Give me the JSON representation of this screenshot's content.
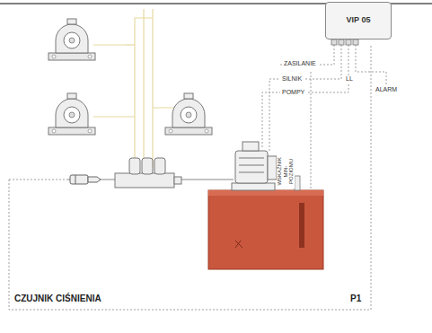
{
  "diagram": {
    "nodes": [
      {
        "text": [
          "VIP 05"
        ]
      }
    ],
    "labels": [
      "ZASILANIE",
      "SILNIK",
      "LL",
      "POMPY",
      "ALARM",
      "WSKAŹNIK MIN- POZIOMU",
      "CZUJNIK CIŚNIENIA",
      "P1"
    ]
  }
}
